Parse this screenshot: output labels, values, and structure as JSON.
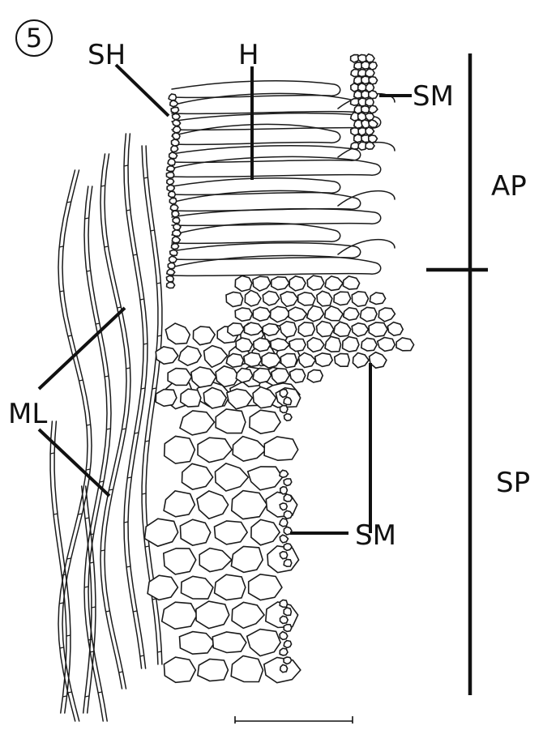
{
  "figure": {
    "panel_number": "5",
    "labels": {
      "sh": "SH",
      "h": "H",
      "sm_top": "SM",
      "ap": "AP",
      "ml": "ML",
      "sp": "SP",
      "sm_bottom": "SM"
    },
    "colors": {
      "ink": "#111111",
      "background": "#ffffff"
    }
  }
}
